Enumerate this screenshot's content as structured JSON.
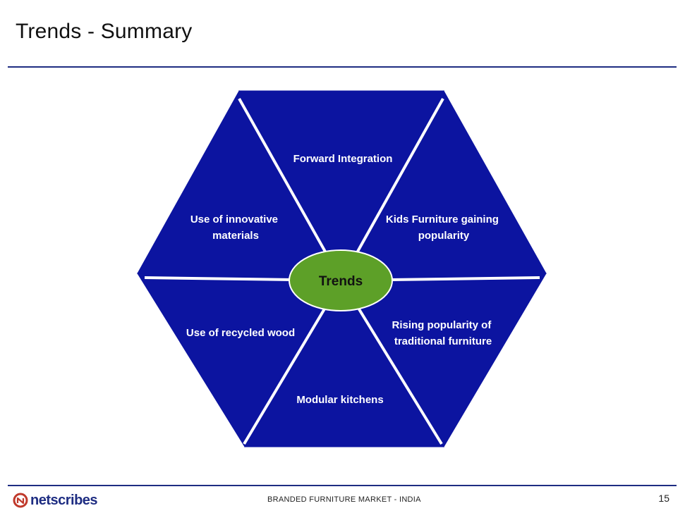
{
  "slide": {
    "title": "Trends - Summary"
  },
  "diagram": {
    "center_label": "Trends",
    "segments": [
      {
        "position": "top",
        "lines": [
          "Forward Integration"
        ]
      },
      {
        "position": "upper-right",
        "lines": [
          "Kids Furniture gaining",
          "popularity"
        ]
      },
      {
        "position": "lower-right",
        "lines": [
          "Rising popularity of",
          "traditional furniture"
        ]
      },
      {
        "position": "bottom",
        "lines": [
          "Modular kitchens"
        ]
      },
      {
        "position": "lower-left",
        "lines": [
          "Use of recycled wood"
        ]
      },
      {
        "position": "upper-left",
        "lines": [
          "Use of innovative",
          "materials"
        ]
      }
    ],
    "colors": {
      "segment_fill": "#0c14a0",
      "divider": "#ffffff",
      "center_fill": "#5da028",
      "center_stroke": "#ffffff"
    }
  },
  "footer": {
    "logo_text": "netscribes",
    "logo_icon": "netscribes-logo-icon",
    "report_title": "BRANDED FURNITURE MARKET - INDIA",
    "page_number": "15"
  }
}
